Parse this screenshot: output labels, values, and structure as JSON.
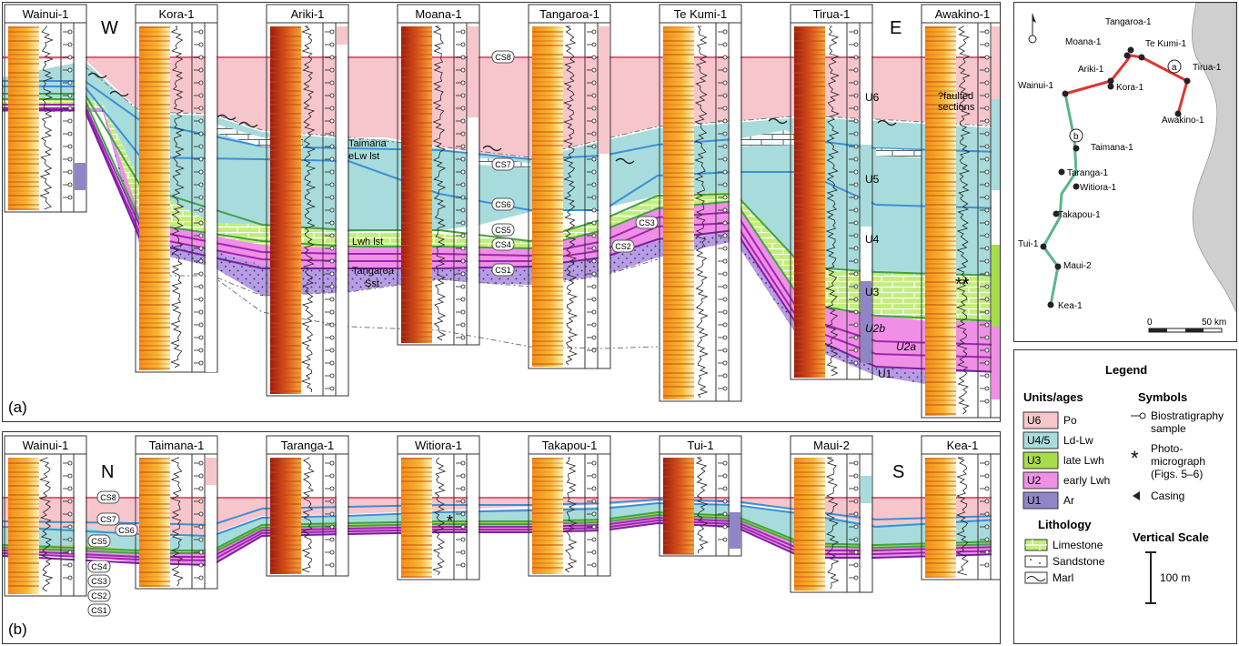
{
  "panel_a": {
    "label": "(a)",
    "left_dir": "W",
    "right_dir": "E",
    "wells": [
      "Wainui-1",
      "Kora-1",
      "Ariki-1",
      "Moana-1",
      "Tangaroa-1",
      "Te Kumi-1",
      "Tirua-1",
      "Awakino-1"
    ],
    "cs_labels": [
      "CS8",
      "CS7",
      "CS6",
      "CS5",
      "CS4",
      "CS1",
      "CS2",
      "CS3"
    ],
    "unit_labels": [
      "U6",
      "U5",
      "U4",
      "U3",
      "U2b",
      "U2a",
      "U1"
    ],
    "annotations": {
      "taimana": "Taimana",
      "elw": "eLw lst",
      "lwh": "Lwh lst",
      "tangaroa": "Tangaroa",
      "sst": "Sst",
      "faulted": "?faulted",
      "sections": "sections"
    }
  },
  "panel_b": {
    "label": "(b)",
    "left_dir": "N",
    "right_dir": "S",
    "wells": [
      "Wainui-1",
      "Taimana-1",
      "Taranga-1",
      "Witiora-1",
      "Takapou-1",
      "Tui-1",
      "Maui-2",
      "Kea-1"
    ],
    "cs_labels": [
      "CS8",
      "CS7",
      "CS6",
      "CS5",
      "CS4",
      "CS3",
      "CS2",
      "CS1"
    ]
  },
  "map": {
    "wells": [
      "Tangaroa-1",
      "Moana-1",
      "Te Kumi-1",
      "Ariki-1",
      "Tirua-1",
      "Wainui-1",
      "Kora-1",
      "Awakino-1",
      "Taimana-1",
      "Taranga-1",
      "Witiora-1",
      "Takapou-1",
      "Tui-1",
      "Maui-2",
      "Kea-1"
    ],
    "route_a": "a",
    "route_b": "b",
    "scale_start": "0",
    "scale_end": "50 km",
    "colors": {
      "route_a": "#e0342f",
      "route_b": "#5cb58a",
      "land": "#cfcfcf"
    }
  },
  "legend": {
    "title": "Legend",
    "units_title": "Units/ages",
    "units": [
      {
        "code": "U6",
        "age": "Po",
        "color": "#f7c6cc"
      },
      {
        "code": "U4/5",
        "age": "Ld-Lw",
        "color": "#a8dcdc"
      },
      {
        "code": "U3",
        "age": "late Lwh",
        "color": "#a9dc4b"
      },
      {
        "code": "U2",
        "age": "early Lwh",
        "color": "#f08fe6"
      },
      {
        "code": "U1",
        "age": "Ar",
        "color": "#8f86c7"
      }
    ],
    "symbols_title": "Symbols",
    "symbols": {
      "biostrat_1": "Biostratigraphy",
      "biostrat_2": "sample",
      "photo_1": "Photo-",
      "photo_2": "micrograph",
      "photo_3": "(Figs. 5–6)",
      "casing": "Casing"
    },
    "lithology_title": "Lithology",
    "lithology": [
      "Limestone",
      "Sandstone",
      "Marl"
    ],
    "vscale_title": "Vertical Scale",
    "vscale_value": "100 m"
  }
}
